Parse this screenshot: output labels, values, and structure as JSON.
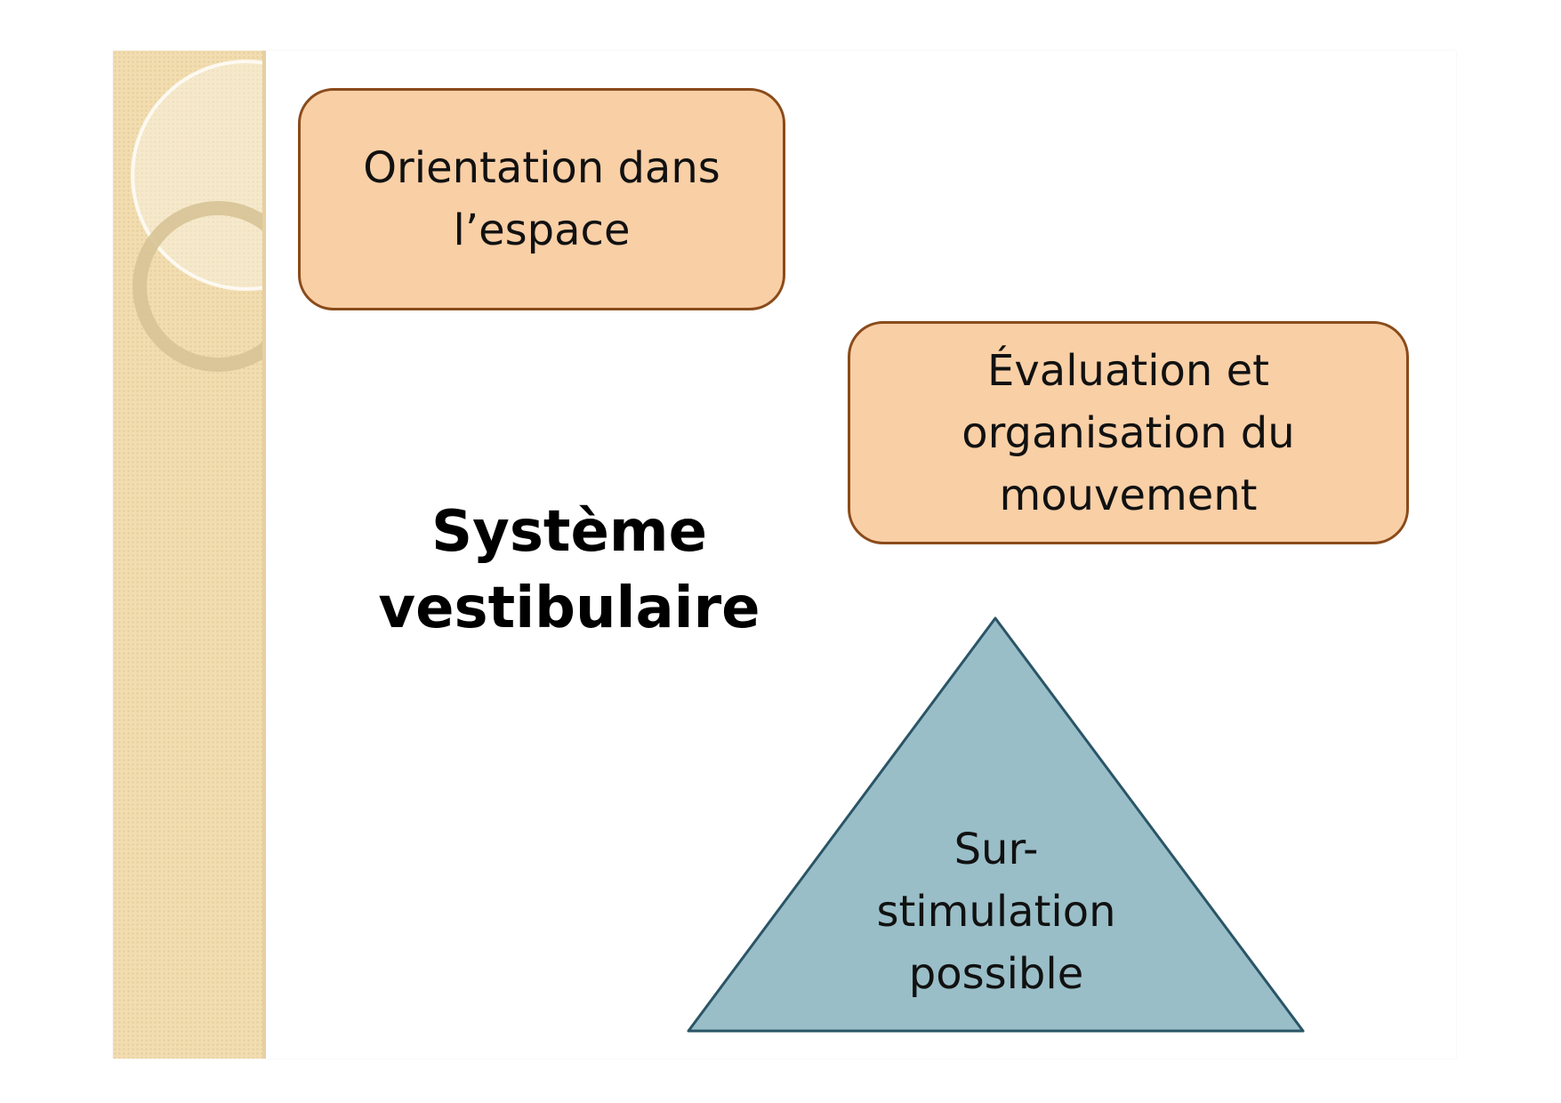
{
  "diagram": {
    "title_lines": [
      "Système",
      "vestibulaire"
    ],
    "box_orientation_lines": [
      "Orientation dans",
      "l’espace"
    ],
    "box_evaluation_lines": [
      "Évaluation et",
      "organisation du",
      "mouvement"
    ],
    "triangle_lines": [
      "Sur-",
      "stimulation",
      "possible"
    ]
  },
  "colors": {
    "box_fill": "#f9cfa6",
    "box_border": "#8a4b1a",
    "triangle_fill": "#99bec8",
    "triangle_border": "#2a5566",
    "side_band": "#f2ddb0"
  }
}
